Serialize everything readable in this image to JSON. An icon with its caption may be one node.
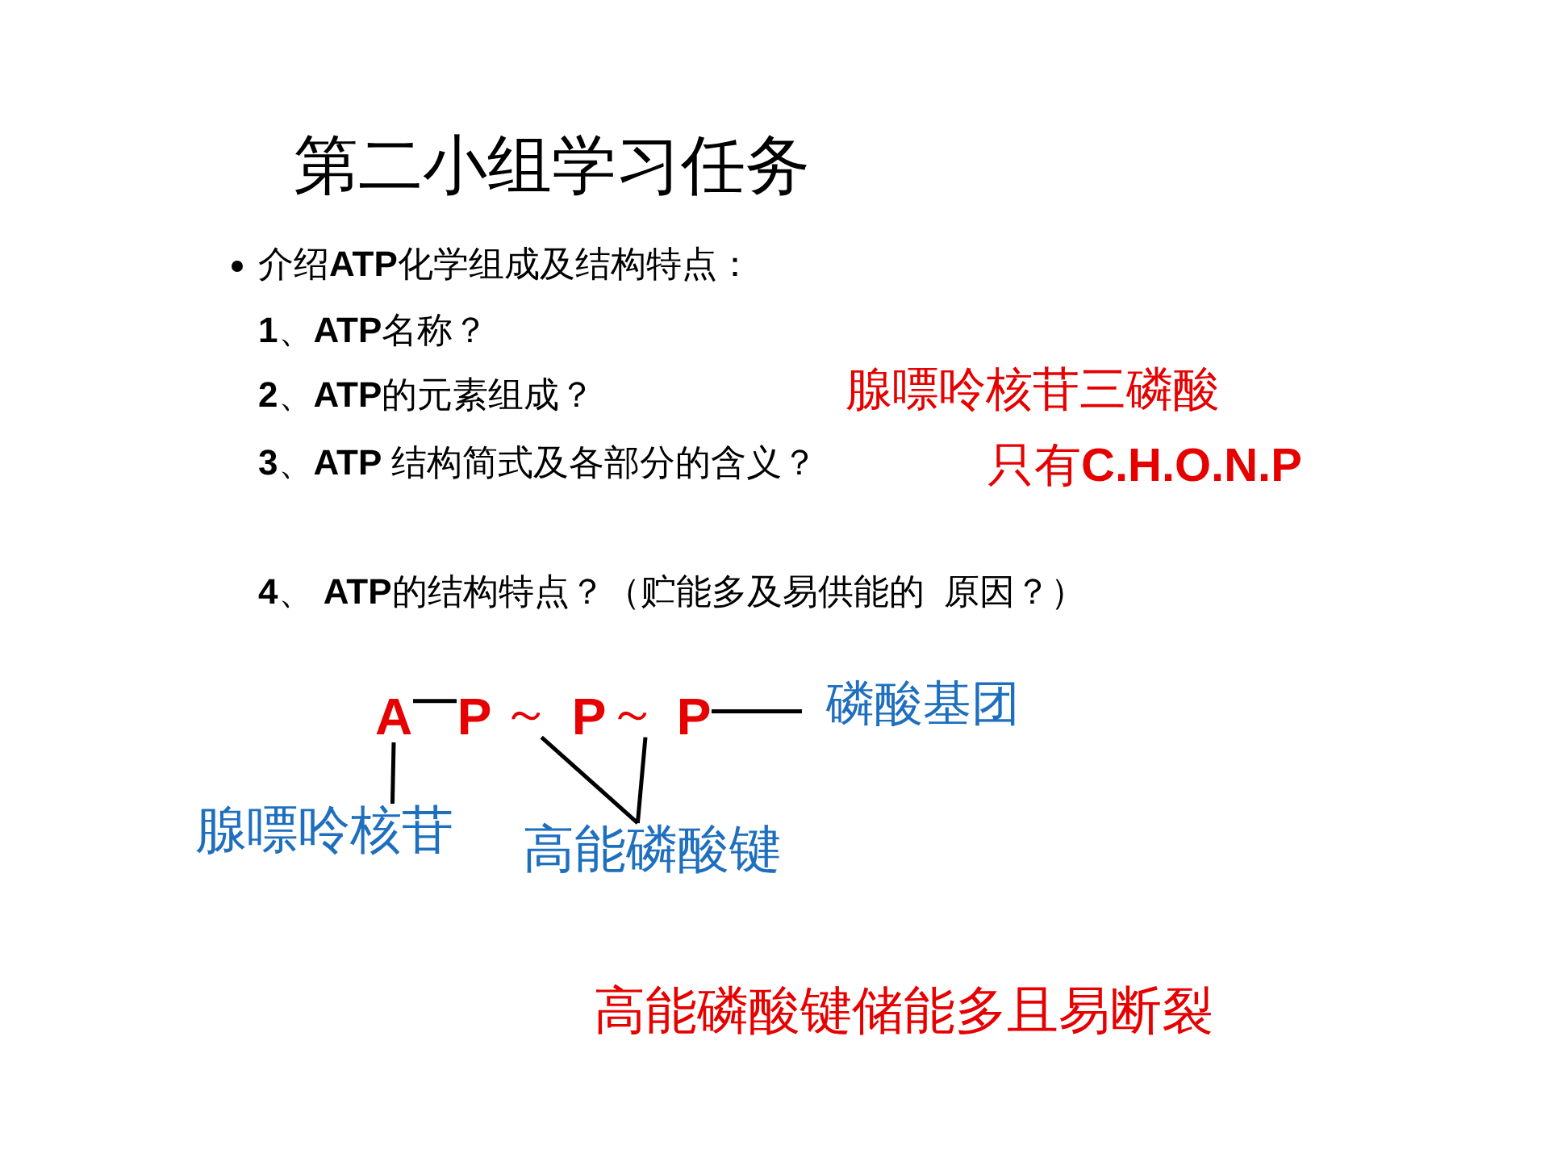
{
  "diagram": {
    "title": "第二小组学习任务",
    "nodes": [
      {
        "text": [
          "A"
        ]
      },
      {
        "text": [
          "P"
        ]
      },
      {
        "text": [
          "～"
        ]
      },
      {
        "text": [
          "P"
        ]
      },
      {
        "text": [
          "～"
        ]
      },
      {
        "text": [
          "P"
        ]
      },
      {
        "text": [
          "磷酸基团"
        ]
      },
      {
        "text": [
          "腺嘌呤核苷"
        ]
      },
      {
        "text": [
          "高能磷酸键"
        ]
      }
    ],
    "edges": [
      {
        "from": 0,
        "to": 1,
        "arrow": "none"
      },
      {
        "from": 5,
        "to": 6,
        "arrow": "none"
      },
      {
        "from": 7,
        "to": 0,
        "arrow": "none"
      },
      {
        "from": 8,
        "to": 2,
        "arrow": "none"
      },
      {
        "from": 8,
        "to": 4,
        "arrow": "none"
      }
    ],
    "labels": [
      "介绍**ATP**化学组成及结构特点：",
      "**1**、**ATP**名称？",
      "**2**、**ATP**的元素组成？",
      "腺嘌呤核苷三磷酸",
      "**3**、**ATP** 结构简式及各部分的含义？",
      "只有**C.H.O.N.P**",
      "**4**、 **ATP**的结构特点？（贮能多及易供能的  原因？）",
      "高能磷酸键储能多且易断裂"
    ]
  }
}
